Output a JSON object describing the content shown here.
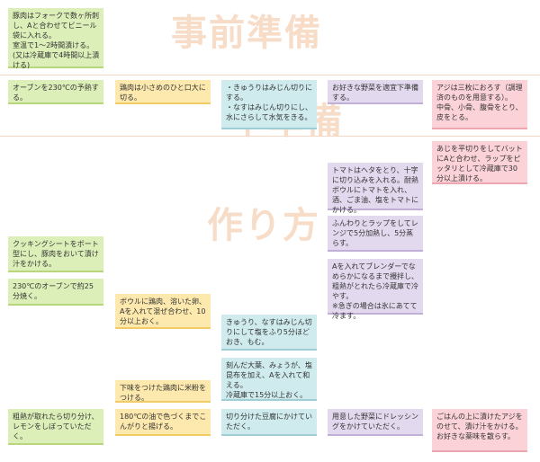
{
  "sections": {
    "prep": "事前準備",
    "shita": "下準備",
    "tsukuri": "作り方"
  },
  "cards": [
    {
      "id": "c1-r1",
      "text": "豚肉はフォークで数ヶ所刺し、Aと合わせてビニール袋に入れる。\n室温で1～2時間漬ける。\n(又は冷蔵庫で4時間以上漬ける)"
    },
    {
      "id": "c1-r2",
      "text": "オーブンを230℃の予熱する。"
    },
    {
      "id": "c1-r3",
      "text": "クッキングシートをボート型にし、豚肉をおいて漬け汁をかける。"
    },
    {
      "id": "c1-r4",
      "text": "230℃のオーブンで約25分焼く。"
    },
    {
      "id": "c1-r5",
      "text": "粗熱が取れたら切り分け、レモンをしぼっていただく。"
    },
    {
      "id": "c2-r1",
      "text": "鶏肉は小さめのひと口大に切る。"
    },
    {
      "id": "c2-r2",
      "text": "ボウルに鶏肉、溶いた卵、Aを入れて混ぜ合わせ、10分以上おく。"
    },
    {
      "id": "c2-r3",
      "text": "下味をつけた鶏肉に米粉をつける。"
    },
    {
      "id": "c2-r4",
      "text": "180℃の油で色づくまでこんがりと揚げる。"
    },
    {
      "id": "c3-r1",
      "text": "・きゅうりはみじん切りにする。\n・なすはみじん切りにし、水にさらして水気をきる。"
    },
    {
      "id": "c3-r2",
      "text": "きゅうり、なすはみじん切りにして塩をふり5分ほどおき、もむ。"
    },
    {
      "id": "c3-r3",
      "text": "刻んだ大葉、みょうが、塩昆布を加え、Aを入れて和える。\n冷蔵庫で15分以上おく。"
    },
    {
      "id": "c3-r4",
      "text": "切り分けた豆腐にかけていただく。"
    },
    {
      "id": "c4-r1",
      "text": "お好きな野菜を適宜下準備する。"
    },
    {
      "id": "c4-r2",
      "text": "トマトはヘタをとり、十字に切り込みを入れる。耐熱ボウルにトマトを入れ、酒、ごま油、塩をトマトにかける。"
    },
    {
      "id": "c4-r3",
      "text": "ふんわりとラップをしてレンジで5分加熱し、5分蒸らす。"
    },
    {
      "id": "c4-r4",
      "text": "Aを入れてブレンダーでなめらかになるまで攪拌し、粗熱がとれたら冷蔵庫で冷やす。\n※急ぎの場合は氷にあてて冷ます。"
    },
    {
      "id": "c4-r5",
      "text": "用意した野菜にドレッシングをかけていただく。"
    },
    {
      "id": "c5-r1",
      "text": "アジは三枚におろす（調理済のものを用意する）。\n中骨、小骨、腹骨をとり、皮をとる。"
    },
    {
      "id": "c5-r2",
      "text": "あじを平切りをしてバットにAと合わせ、ラップをピッタリとして冷蔵庫で30分以上漬ける。"
    },
    {
      "id": "c5-r3",
      "text": "ごはんの上に漬けたアジをのせて、漬け汁をかける。お好きな薬味を散らす。"
    }
  ]
}
